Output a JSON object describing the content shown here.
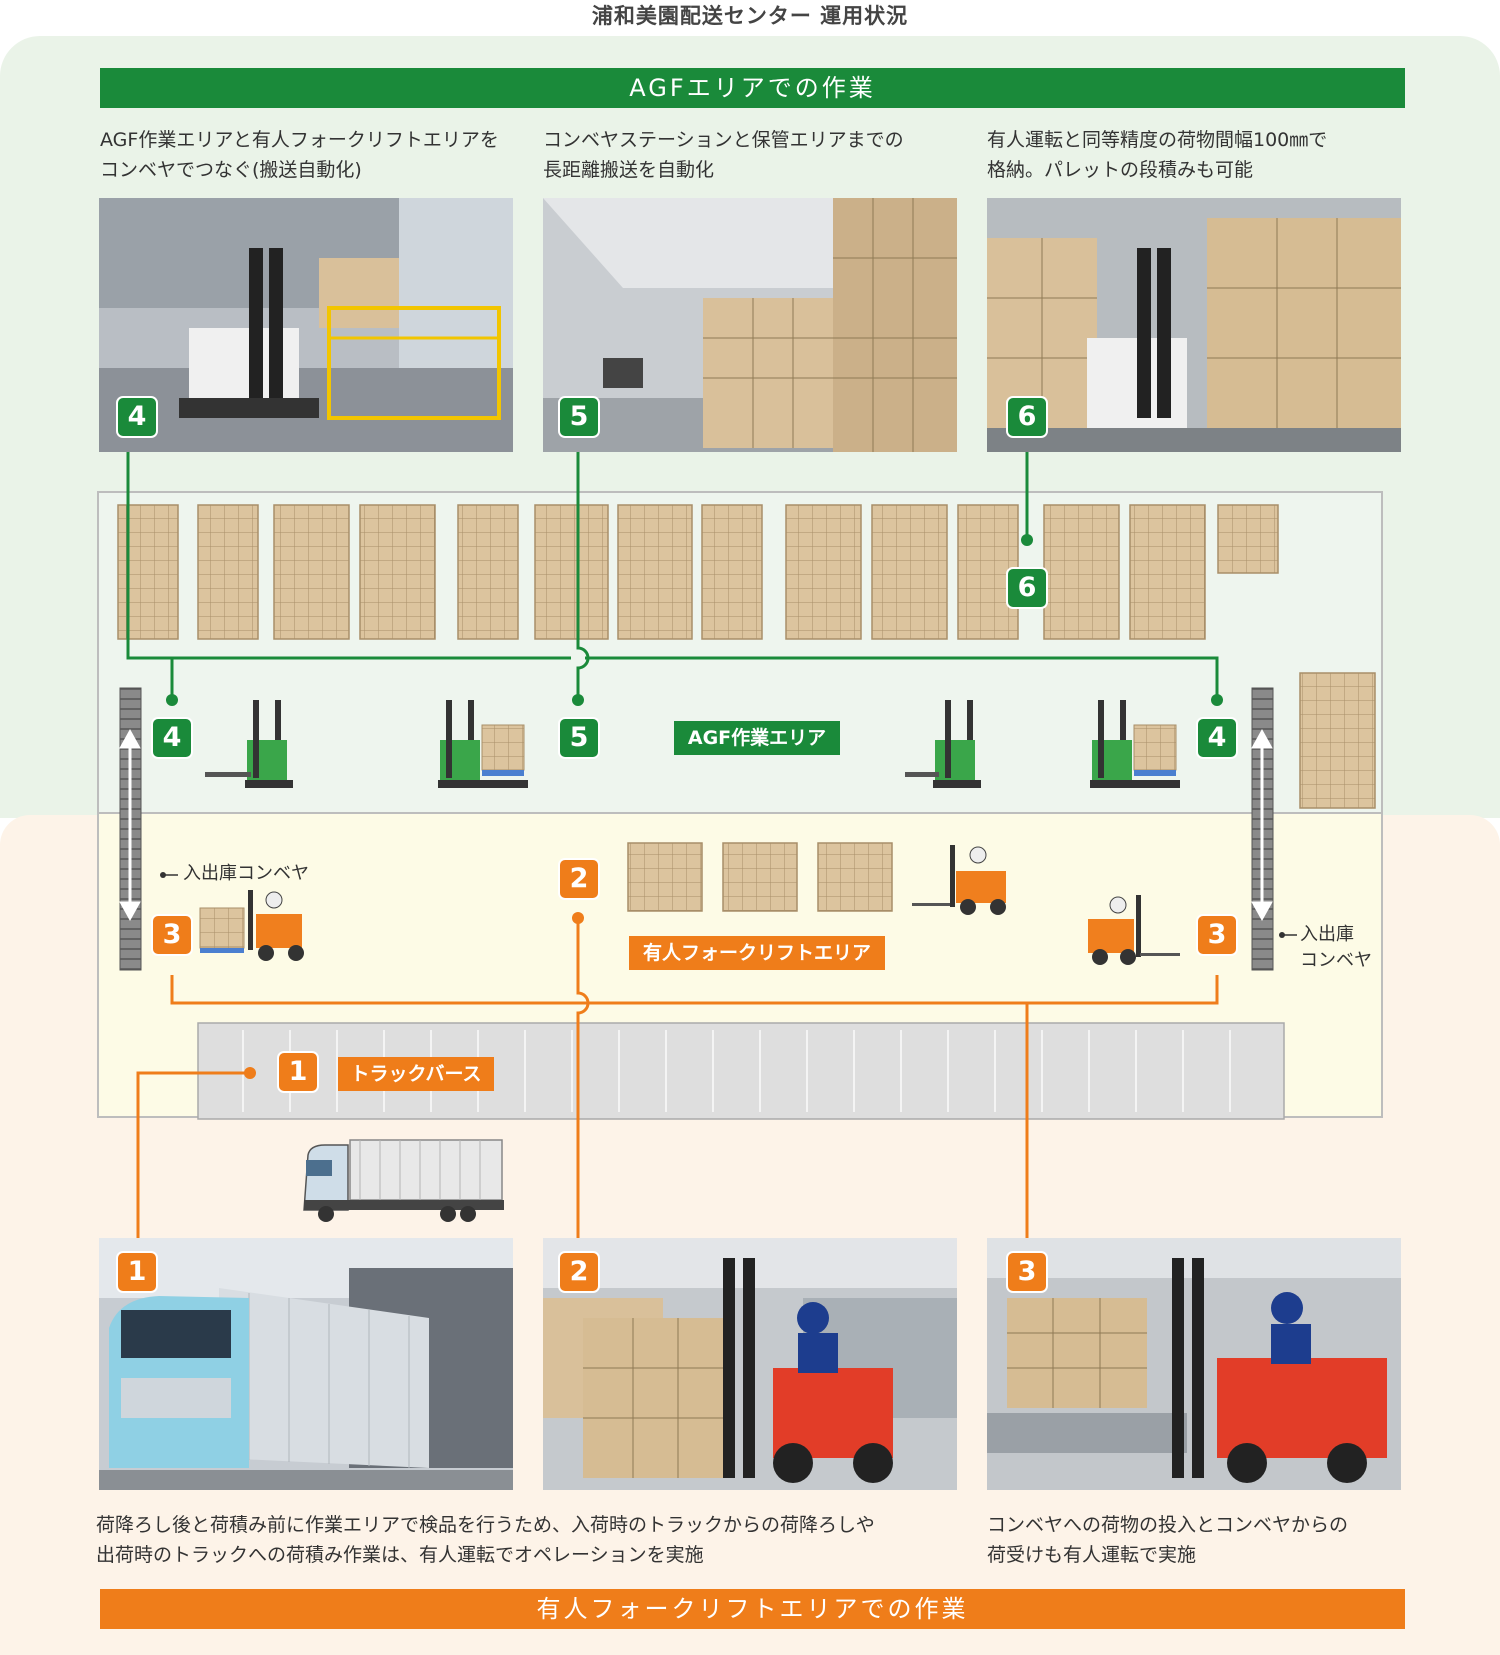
{
  "title": "浦和美園配送センター 運用状況",
  "agf_band": "AGFエリアでの作業",
  "manned_band": "有人フォークリフトエリアでの作業",
  "captions_top": [
    {
      "line1": "AGF作業エリアと有人フォークリフトエリアを",
      "line2": "コンベヤでつなぐ(搬送自動化)"
    },
    {
      "line1": "コンベヤステーションと保管エリアまでの",
      "line2": "長距離搬送を自動化"
    },
    {
      "line1": "有人運転と同等精度の荷物間幅100㎜で",
      "line2": "格納。パレットの段積みも可能"
    }
  ],
  "captions_bottom": [
    {
      "line1": "荷降ろし後と荷積み前に作業エリアで検品を行うため、入荷時のトラックからの荷降ろしや",
      "line2": "出荷時のトラックへの荷積み作業は、有人運転でオペレーションを実施"
    },
    {
      "line1": "コンベヤへの荷物の投入とコンベヤからの",
      "line2": "荷受けも有人運転で実施"
    }
  ],
  "badges": {
    "b1": "1",
    "b2": "2",
    "b3": "3",
    "b4": "4",
    "b5": "5",
    "b6": "6"
  },
  "plan_labels": {
    "agf_area": "AGF作業エリア",
    "manned_area": "有人フォークリフトエリア",
    "truck_berth": "トラックバース",
    "conveyor_left": "入出庫コンベヤ",
    "conveyor_right_1": "入出庫",
    "conveyor_right_2": "コンベヤ"
  },
  "colors": {
    "green": "#1a8a3a",
    "orange": "#ef7d1a",
    "box": "#d9c09a",
    "box_line": "#9c8462"
  }
}
